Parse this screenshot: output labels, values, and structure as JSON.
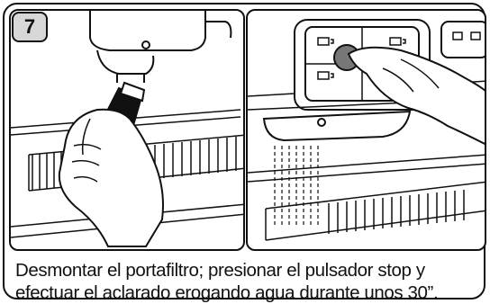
{
  "step": {
    "number": "7"
  },
  "caption": {
    "line1": "Desmontar el portafiltro; presionar el pulsador stop y",
    "line2": "efectuar el aclarado erogando agua durante unos 30”."
  }
}
